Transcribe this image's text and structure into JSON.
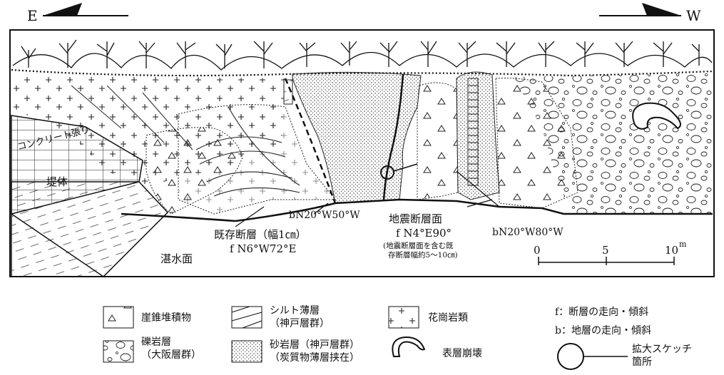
{
  "directions": {
    "east": "E",
    "west": "W"
  },
  "labels": {
    "concrete": "コンクリート張り",
    "embankment": "堤体",
    "water_surface": "湛水面",
    "bedding_1": "bN20°W50°W",
    "existing_fault_title": "既存断層（幅1㎝）",
    "existing_fault_strike": "f N6°W72°E",
    "quake_fault_title": "地震断層面",
    "quake_fault_strike": "f N4°E90°",
    "quake_fault_note_1": "(地震断層面を含む既",
    "quake_fault_note_2": "存断層幅約5～10㎝)",
    "bedding_2": "bN20°W80°W"
  },
  "scale": {
    "ticks": [
      "0",
      "5",
      "10"
    ],
    "unit": "m"
  },
  "legend": {
    "talus": "崖錐堆積物",
    "conglomerate_1": "礫岩層",
    "conglomerate_2": "（大阪層群）",
    "silt_1": "シルト薄層",
    "silt_2": "（神戸層群）",
    "sandstone_1": "砂岩層（神戸層群）",
    "sandstone_2": "（炭質物薄層挟在）",
    "granite": "花崗岩類",
    "slump": "表層崩壊",
    "f_def": "f：断層の走向・傾斜",
    "b_def": "b：地層の走向・傾斜",
    "sketch_1": "拡大スケッチ",
    "sketch_2": "箇所"
  }
}
